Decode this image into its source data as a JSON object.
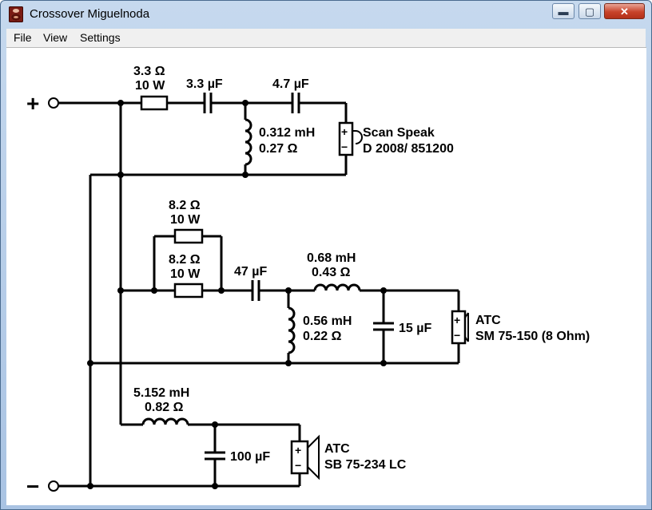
{
  "window": {
    "title": "Crossover Miguelnoda",
    "minimize_glyph": "▬",
    "maximize_glyph": "▢",
    "close_glyph": "✕"
  },
  "menu": [
    "File",
    "View",
    "Settings"
  ],
  "terminals": {
    "positive": "+",
    "negative": "−"
  },
  "tweeter": {
    "resistor": {
      "ohms": "3.3 Ω",
      "watts": "10 W"
    },
    "cap1": "3.3 µF",
    "cap2": "4.7 µF",
    "inductor": {
      "mh": "0.312 mH",
      "ohms": "0.27 Ω"
    },
    "speaker": {
      "brand": "Scan Speak",
      "model": "D 2008/ 851200"
    }
  },
  "midrange": {
    "resistor_top": {
      "ohms": "8.2 Ω",
      "watts": "10 W"
    },
    "resistor_bottom": {
      "ohms": "8.2 Ω",
      "watts": "10 W"
    },
    "cap_series": "47 µF",
    "inductor_series": {
      "mh": "0.68 mH",
      "ohms": "0.43 Ω"
    },
    "inductor_shunt": {
      "mh": "0.56 mH",
      "ohms": "0.22 Ω"
    },
    "cap_shunt": "15 µF",
    "speaker": {
      "brand": "ATC",
      "model": "SM 75-150 (8 Ohm)"
    }
  },
  "woofer": {
    "inductor": {
      "mh": "5.152 mH",
      "ohms": "0.82 Ω"
    },
    "cap_shunt": "100 µF",
    "speaker": {
      "brand": "ATC",
      "model": "SB 75-234 LC"
    }
  },
  "speaker_signs": {
    "plus": "+",
    "minus": "−"
  }
}
